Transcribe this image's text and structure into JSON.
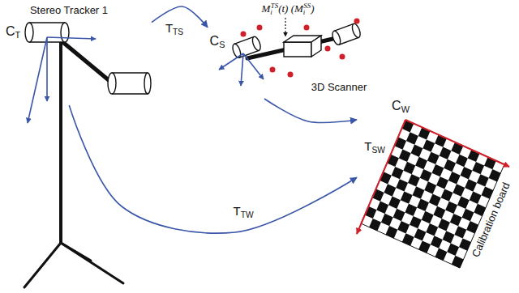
{
  "diagram": {
    "nodes": [
      {
        "text": [
          "Stereo Tracker 1",
          "CT"
        ]
      },
      {
        "text": [
          "CS",
          "3D Scanner"
        ]
      },
      {
        "text": [
          "CW",
          "Calibration board"
        ]
      }
    ],
    "edges": [
      {
        "from": 0,
        "to": 1,
        "label": "TTS",
        "arrow": "to"
      },
      {
        "from": 1,
        "to": 2,
        "label": "TSW",
        "arrow": "to"
      },
      {
        "from": 0,
        "to": 2,
        "label": "TTW",
        "arrow": "to"
      }
    ],
    "labels": [
      "MiTS(t) (MiSS)"
    ]
  }
}
